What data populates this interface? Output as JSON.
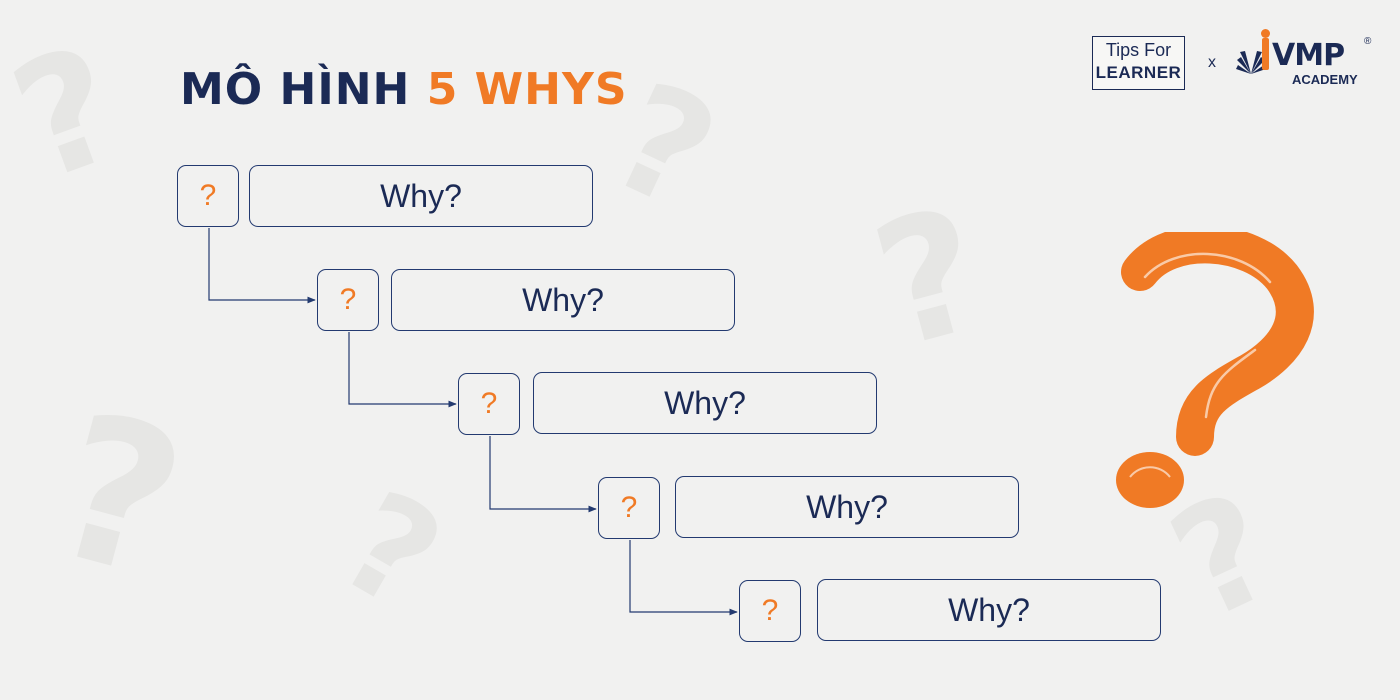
{
  "title": {
    "main": "MÔ HÌNH",
    "accent": "5 WHYS"
  },
  "logos": {
    "tips_for_line1": "Tips For",
    "tips_for_line2": "LEARNER",
    "separator": "x",
    "vmp_brand": "VMP",
    "vmp_registered": "®",
    "vmp_sub": "ACADEMY"
  },
  "steps": [
    {
      "mark": "?",
      "label": "Why?"
    },
    {
      "mark": "?",
      "label": "Why?"
    },
    {
      "mark": "?",
      "label": "Why?"
    },
    {
      "mark": "?",
      "label": "Why?"
    },
    {
      "mark": "?",
      "label": "Why?"
    }
  ],
  "colors": {
    "navy": "#1b2a55",
    "orange": "#f07a25",
    "background": "#f1f1f0"
  }
}
